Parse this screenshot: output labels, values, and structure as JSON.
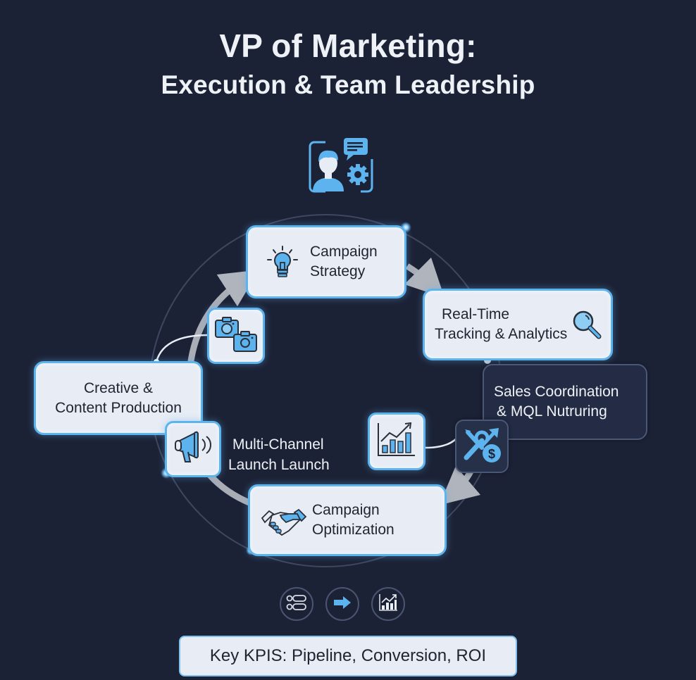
{
  "header": {
    "title": "VP of Marketing:",
    "subtitle": "Execution & Team Leadership",
    "icon": "manager-chat-gear-icon"
  },
  "colors": {
    "background": "#1c2236",
    "card_fill": "#e7ecf5",
    "card_border": "#5db3ee",
    "accent_blue": "#5db3ee",
    "arrow_gray": "#a9adb6",
    "dark_card": "#232c44",
    "text_light": "#eef1f6",
    "text_dark": "#1f2430"
  },
  "cycle": {
    "nodes": [
      {
        "id": "campaign-strategy",
        "label_line1": "Campaign",
        "label_line2": "Strategy",
        "icon": "lightbulb-icon"
      },
      {
        "id": "real-time-tracking",
        "label_line1": "Real-Time",
        "label_line2": "Tracking & Analytics",
        "icon": "magnifier-icon"
      },
      {
        "id": "sales-coordination",
        "label_line1": "Sales Coordination",
        "label_line2": "& MQL Nutruring",
        "icon": "tools-dollar-icon"
      },
      {
        "id": "campaign-optimization",
        "label_line1": "Campaign",
        "label_line2": "Optimization",
        "icon": "handshake-icon"
      },
      {
        "id": "multi-channel-launch",
        "label_line1": "Multi-Channel",
        "label_line2": "Launch Launch",
        "icon": "megaphone-icon"
      },
      {
        "id": "creative-content",
        "label_line1": "Creative &",
        "label_line2": "Content Production",
        "icon": "camera-icon"
      }
    ],
    "extra_icons": [
      "bar-chart-growth-icon"
    ]
  },
  "footer": {
    "icon_buttons": [
      "toggle-list-icon",
      "arrow-right-icon",
      "growth-chart-icon"
    ],
    "kpi_text": "Key KPIS: Pipeline, Conversion, ROI"
  }
}
